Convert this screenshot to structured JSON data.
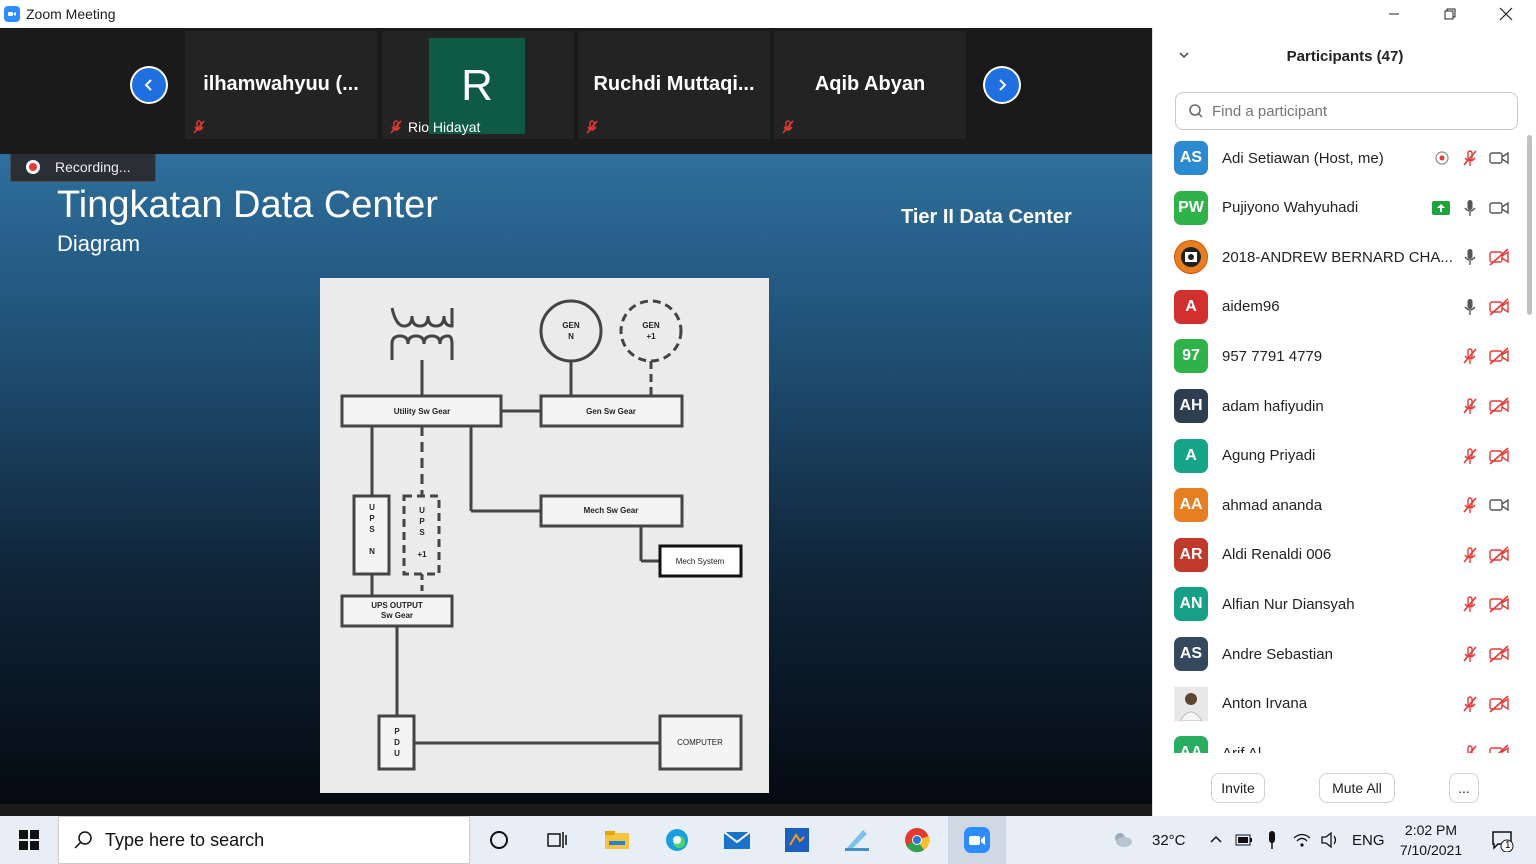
{
  "window": {
    "title": "Zoom Meeting"
  },
  "gallery": {
    "tiles": [
      {
        "name": "ilhamwahyuu  (..."
      },
      {
        "avatar_letter": "R",
        "label": "Rio Hidayat"
      },
      {
        "name": "Ruchdi  Muttaqi..."
      },
      {
        "name": "Aqib Abyan"
      }
    ]
  },
  "recording": {
    "label": "Recording..."
  },
  "slide": {
    "title": "Tingkatan Data Center",
    "subtitle": "Diagram",
    "right_title": "Tier II Data Center",
    "diagram_labels": {
      "gen_n": [
        "GEN",
        "N"
      ],
      "gen_plus1": [
        "GEN",
        "+1"
      ],
      "utility": "Utility Sw Gear",
      "gen_sw": "Gen Sw Gear",
      "mech_sw": "Mech Sw Gear",
      "mech_system": "Mech System",
      "ups_n": [
        "U",
        "P",
        "S",
        "N"
      ],
      "ups_plus1": [
        "U",
        "P",
        "S",
        "+1"
      ],
      "ups_output": [
        "UPS OUTPUT",
        "Sw Gear"
      ],
      "pdu": [
        "P",
        "D",
        "U"
      ],
      "computer": "COMPUTER"
    }
  },
  "panel": {
    "title": "Participants (47)",
    "search_placeholder": "Find a participant",
    "participants": [
      {
        "initials": "AS",
        "name": "Adi Setiawan (Host, me)",
        "color": "#2b8ad0",
        "mic": "muted",
        "video": "on",
        "extra": "record"
      },
      {
        "initials": "PW",
        "name": "Pujiyono Wahyuhadi",
        "color": "#2fb24a",
        "mic": "on",
        "video": "on",
        "extra": "share"
      },
      {
        "initials": "",
        "name": "2018-ANDREW BERNARD CHA...",
        "color": "#d35400",
        "mic": "on",
        "video": "off",
        "extra": "photo"
      },
      {
        "initials": "A",
        "name": "aidem96",
        "color": "#d32f2f",
        "mic": "on",
        "video": "off"
      },
      {
        "initials": "97",
        "name": "957 7791 4779",
        "color": "#2fb24a",
        "mic": "muted",
        "video": "off"
      },
      {
        "initials": "AH",
        "name": "adam hafiyudin",
        "color": "#2c3e50",
        "mic": "muted",
        "video": "off"
      },
      {
        "initials": "A",
        "name": "Agung Priyadi",
        "color": "#17a589",
        "mic": "muted",
        "video": "off"
      },
      {
        "initials": "AA",
        "name": "ahmad ananda",
        "color": "#e67e22",
        "mic": "muted",
        "video": "on"
      },
      {
        "initials": "AR",
        "name": "Aldi Renaldi 006",
        "color": "#c0392b",
        "mic": "muted",
        "video": "off"
      },
      {
        "initials": "AN",
        "name": "Alfian Nur Diansyah",
        "color": "#16a085",
        "mic": "muted",
        "video": "off"
      },
      {
        "initials": "AS",
        "name": "Andre Sebastian",
        "color": "#34495e",
        "mic": "muted",
        "video": "off"
      },
      {
        "initials": "",
        "name": "Anton Irvana",
        "color": "#ffffff",
        "mic": "muted",
        "video": "off",
        "extra": "photo2"
      },
      {
        "initials": "AA",
        "name": "Arif Al...",
        "color": "#27ae60",
        "mic": "muted",
        "video": "off"
      }
    ],
    "invite_label": "Invite",
    "mute_all_label": "Mute All",
    "more_label": "..."
  },
  "taskbar": {
    "search_placeholder": "Type here to search",
    "temperature": "32°C",
    "language": "ENG",
    "time": "2:02 PM",
    "date": "7/10/2021",
    "notification_count": "1"
  }
}
